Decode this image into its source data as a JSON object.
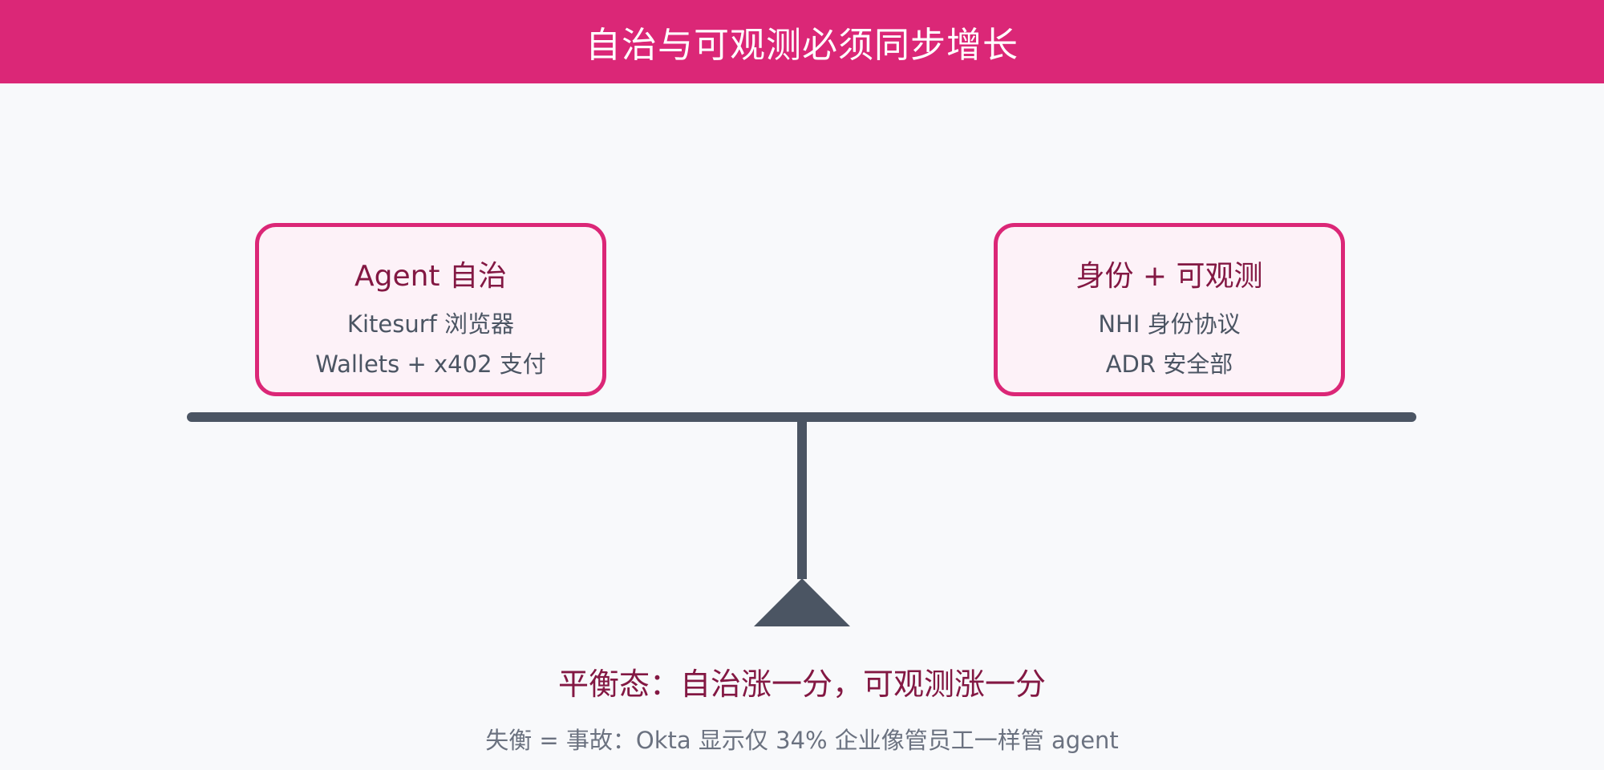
{
  "header": {
    "title": "自治与可观测必须同步增长"
  },
  "left_box": {
    "title": "Agent 自治",
    "lines": [
      "Kitesurf 浏览器",
      "Wallets + x402 支付"
    ]
  },
  "right_box": {
    "title": "身份 + 可观测",
    "lines": [
      "NHI 身份协议",
      "ADR 安全部"
    ]
  },
  "balance": {
    "text": "平衡态：自治涨一分，可观测涨一分"
  },
  "note": {
    "text": "失衡 = 事故：Okta 显示仅 34% 企业像管员工一样管 agent"
  },
  "colors": {
    "accent": "#db2777",
    "accent_dark": "#831843",
    "box_fill": "#fdf2f8",
    "beam": "#4b5563",
    "text_gray": "#4b5563",
    "muted": "#6b7280",
    "background": "#f8f9fb"
  }
}
